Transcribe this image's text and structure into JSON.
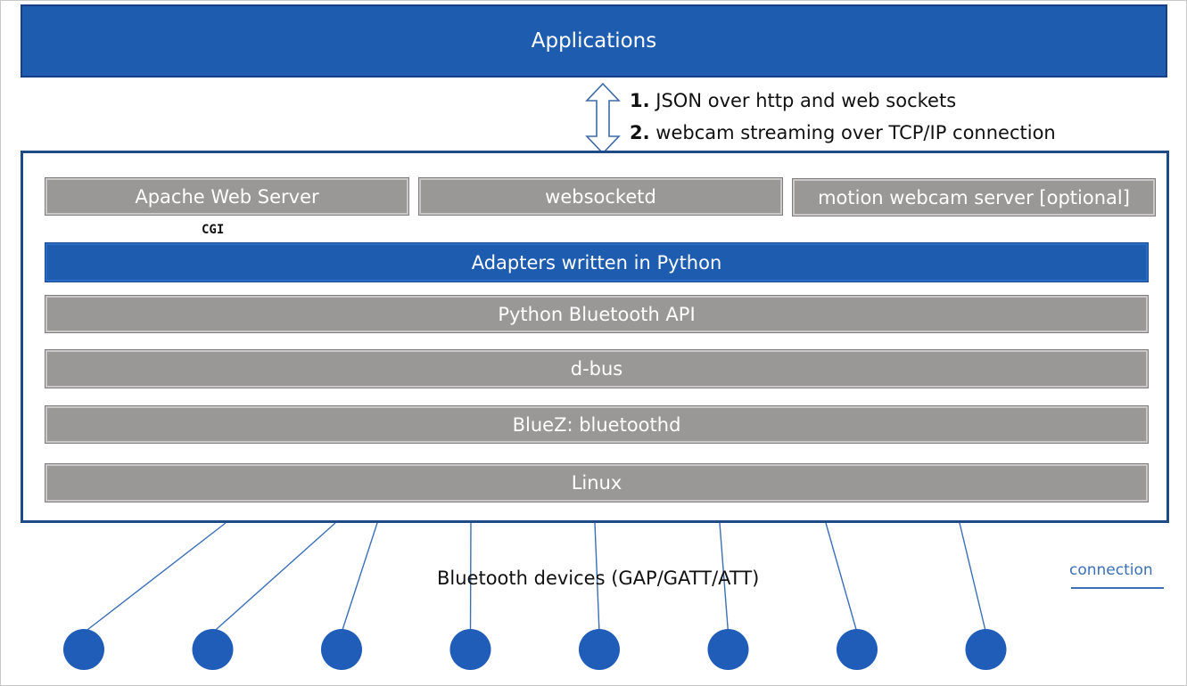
{
  "applications": {
    "label": "Applications"
  },
  "protocols": {
    "items": [
      {
        "num": "1.",
        "text": "JSON over http and web sockets"
      },
      {
        "num": "2.",
        "text": "webcam streaming over TCP/IP connection"
      }
    ]
  },
  "servers": {
    "apache": "Apache Web Server",
    "websocketd": "websocketd",
    "motion": "motion webcam server [optional]"
  },
  "cgi_label": "CGI",
  "layers": {
    "adapters": "Adapters written in Python",
    "python_api": "Python Bluetooth API",
    "dbus": "d-bus",
    "bluez": "BlueZ: bluetoothd",
    "linux": "Linux"
  },
  "devices": {
    "label": "Bluetooth devices (GAP/GATT/ATT)",
    "count": 8
  },
  "legend": {
    "connection_label": "connection"
  },
  "colors": {
    "primary_blue": "#1e5cb0",
    "layer_gray": "#9a9797",
    "frame_border": "#1e4a86",
    "link_line": "#3b6fb6",
    "device_node": "#1f5db8"
  }
}
